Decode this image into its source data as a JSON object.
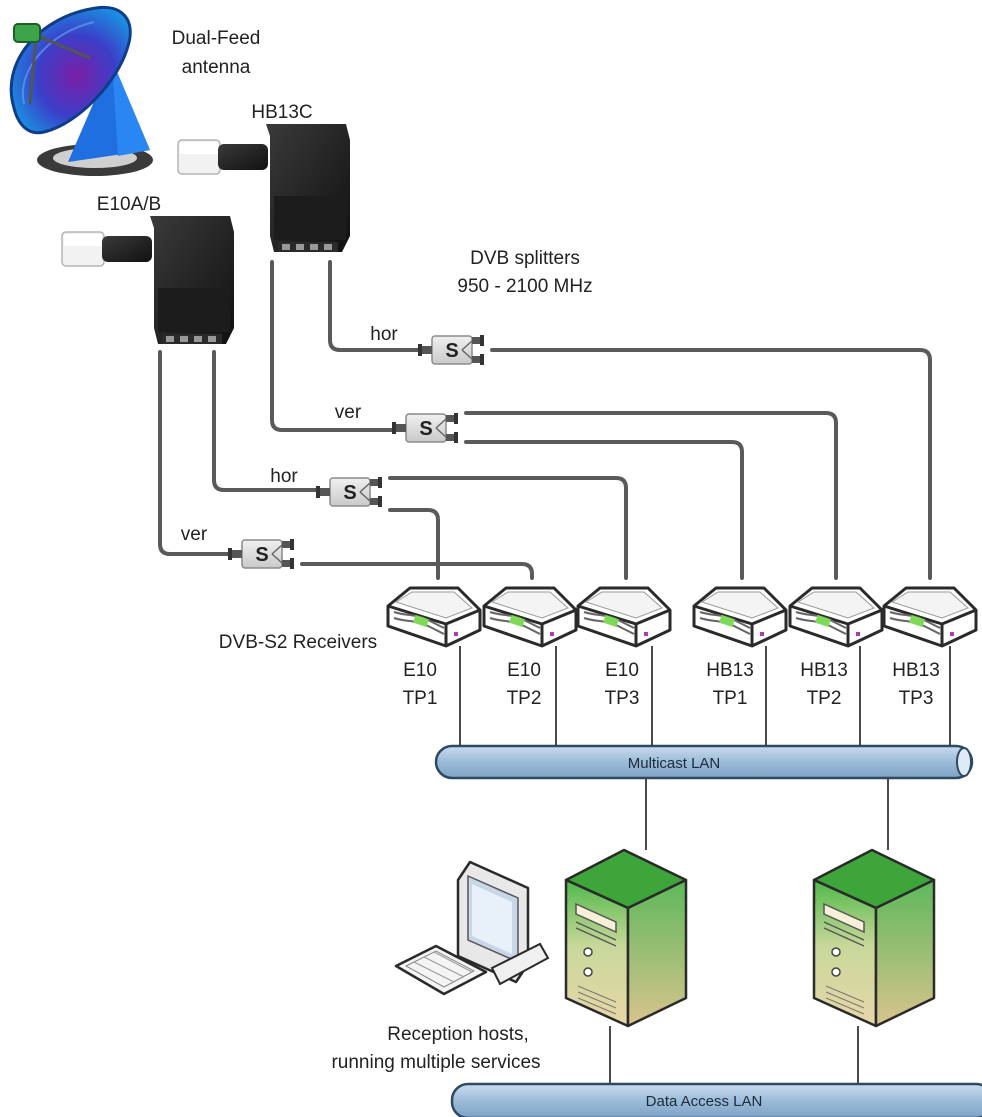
{
  "antenna": {
    "label_line1": "Dual-Feed",
    "label_line2": "antenna"
  },
  "lnbs": {
    "hb13c": "HB13C",
    "e10ab": "E10A/B"
  },
  "splitters": {
    "title_line1": "DVB splitters",
    "title_line2": "950 - 2100 MHz",
    "symbol": "S"
  },
  "polarizations": {
    "hor_a": "hor",
    "ver_a": "ver",
    "hor_b": "hor",
    "ver_b": "ver"
  },
  "receivers": {
    "title": "DVB-S2 Receivers",
    "items": [
      {
        "line1": "E10",
        "line2": "TP1"
      },
      {
        "line1": "E10",
        "line2": "TP2"
      },
      {
        "line1": "E10",
        "line2": "TP3"
      },
      {
        "line1": "HB13",
        "line2": "TP1"
      },
      {
        "line1": "HB13",
        "line2": "TP2"
      },
      {
        "line1": "HB13",
        "line2": "TP3"
      }
    ]
  },
  "networks": {
    "multicast": "Multicast LAN",
    "data_access": "Data Access LAN"
  },
  "hosts": {
    "label_line1": "Reception hosts,",
    "label_line2": "running multiple services"
  },
  "colors": {
    "cable": "#5a5a5a",
    "lan_fill": "#a9c6e0",
    "lan_stroke": "#2e4a63",
    "server_green": "#6cc04a",
    "server_tan": "#e8d3a6",
    "receiver_led": "#7ed957",
    "dish_blue": "#1f5fd6",
    "dish_purple": "#6a1fa8"
  }
}
